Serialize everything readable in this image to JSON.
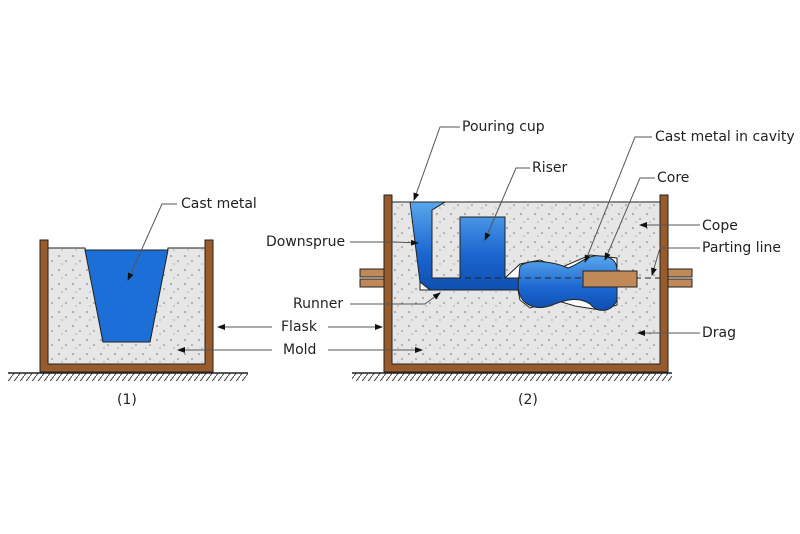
{
  "colors": {
    "sand": "#e6e6e6",
    "metal": "#1e6fd6",
    "flask": "#9a5b2a",
    "core": "#c08a58",
    "outline": "#222222"
  },
  "labels": {
    "cast_metal": "Cast metal",
    "pouring_cup": "Pouring cup",
    "riser": "Riser",
    "cast_metal_in_cavity": "Cast metal in cavity",
    "core": "Core",
    "downsprue": "Downsprue",
    "cope": "Cope",
    "parting_line": "Parting line",
    "runner": "Runner",
    "flask": "Flask",
    "drag": "Drag",
    "mold": "Mold",
    "caption_1": "(1)",
    "caption_2": "(2)"
  }
}
